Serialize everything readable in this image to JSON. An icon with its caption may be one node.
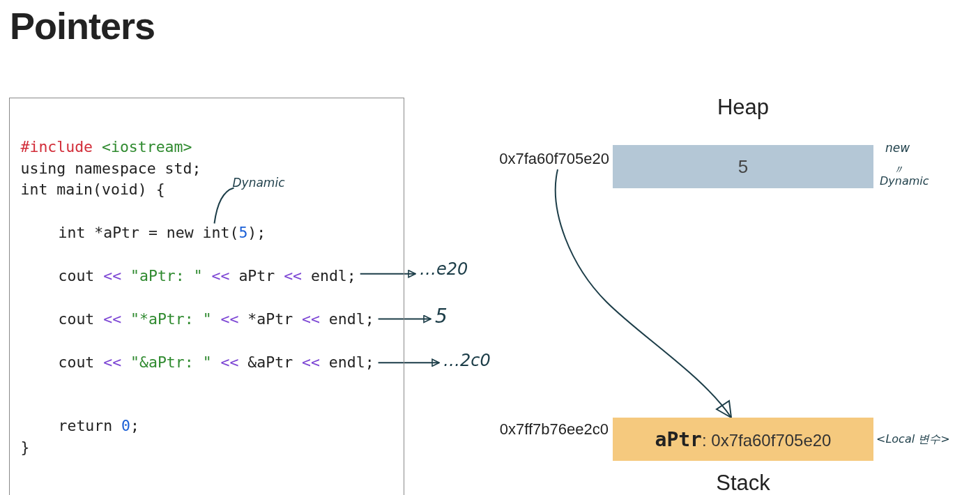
{
  "diagram": {
    "title": "Pointers",
    "nodes": [
      {
        "text": [],
        "shape": "box"
      },
      {
        "text": [
          "#include <iostream>"
        ],
        "in": 0
      },
      {
        "text": [
          "using namespace std;"
        ],
        "in": 0
      },
      {
        "text": [
          "int main(void) {"
        ],
        "in": 0
      },
      {
        "text": [
          "int *aPtr = new int(5);"
        ],
        "in": 0
      },
      {
        "text": [
          "cout << \"aPtr: \" << aPtr << endl;"
        ],
        "in": 0
      },
      {
        "text": [
          "cout << \"*aPtr: \" << *aPtr << endl;"
        ],
        "in": 0
      },
      {
        "text": [
          "cout << \"&aPtr: \" << &aPtr << endl;"
        ],
        "in": 0
      },
      {
        "text": [
          "return 0;"
        ],
        "in": 0
      },
      {
        "text": [
          "}"
        ],
        "in": 0
      },
      {
        "text": [
          "Dynamic"
        ],
        "in": 0
      },
      {
        "text": [
          "…e20"
        ]
      },
      {
        "text": [
          "5"
        ]
      },
      {
        "text": [
          "…2c0"
        ]
      },
      {
        "text": [
          "Heap",
          "5"
        ],
        "beside": [
          "new",
          "〃",
          "Dynamic"
        ]
      },
      {
        "text": [
          "0x7fa60f705e20"
        ]
      },
      {
        "text": [
          "**aPtr**: 0x7fa60f705e20",
          "Stack"
        ],
        "beside": [
          "0x7ff7b76ee2c0",
          "<Local 변수>"
        ]
      }
    ],
    "edges": [
      {
        "from": 10,
        "to": 4,
        "arrow": "none"
      },
      {
        "from": 5,
        "to": 11,
        "arrow": "to"
      },
      {
        "from": 6,
        "to": 12,
        "arrow": "to"
      },
      {
        "from": 7,
        "to": 13,
        "arrow": "to"
      },
      {
        "from": 15,
        "to": 16,
        "arrow": "to"
      }
    ]
  }
}
